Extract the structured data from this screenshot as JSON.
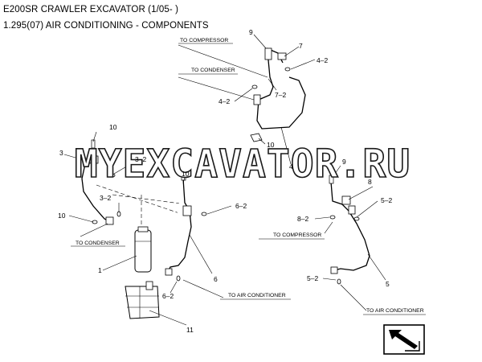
{
  "header": {
    "title": "E200SR CRAWLER EXCAVATOR (1/05- )",
    "subtitle": "1.295(07) AIR CONDITIONING - COMPONENTS"
  },
  "watermark": "MYEXCAVATOR.RU",
  "labels": {
    "to_compressor_top": "TO COMPRESSOR",
    "to_condenser_top": "TO CONDENSER",
    "to_condenser_left": "TO CONDENSER",
    "to_compressor_right": "TO COMPRESSOR",
    "to_air_conditioner_mid": "TO AIR CONDITIONER",
    "to_air_conditioner_right": "TO AIR CONDITIONER"
  },
  "parts": {
    "p9_top": "9",
    "p7": "7",
    "p4_2_topright": "4–2",
    "p4_2_topleft": "4–2",
    "p7_2": "7–2",
    "p10_topmid": "10",
    "p4": "4",
    "p10_left": "10",
    "p3": "3",
    "p3_2_upper": "3–2",
    "p3_2_lower": "3–2",
    "p10_lowleft": "10",
    "p1": "1",
    "p10_mid": "10",
    "p6_2_upper": "6–2",
    "p6": "6",
    "p6_2_lower": "6–2",
    "p11": "11",
    "p9_right": "9",
    "p8": "8",
    "p5_2_upper": "5–2",
    "p8_2": "8–2",
    "p5": "5",
    "p5_2_lower": "5–2"
  }
}
